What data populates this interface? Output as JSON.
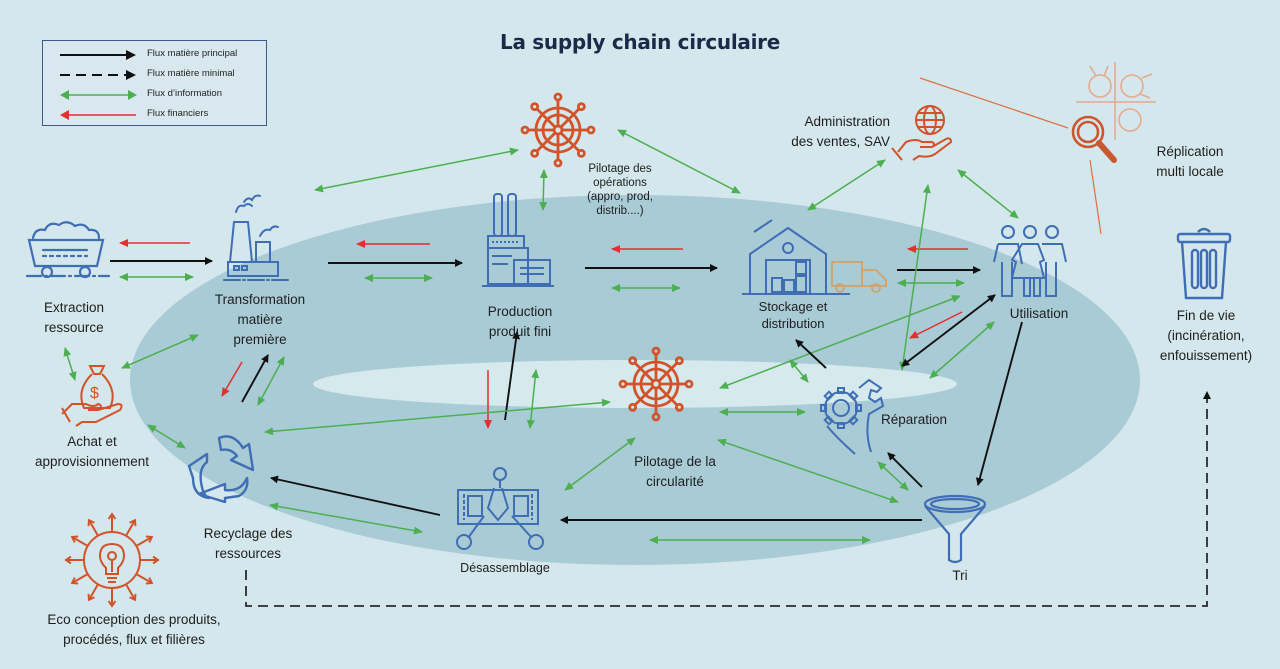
{
  "title": "La supply chain circulaire",
  "legend": [
    {
      "label": "Flux matière principal",
      "type": "solid",
      "color": "#111111"
    },
    {
      "label": "Flux matière minimal",
      "type": "dashed",
      "color": "#111111"
    },
    {
      "label": "Flux d’information",
      "type": "double",
      "color": "#4caf50"
    },
    {
      "label": "Flux financiers",
      "type": "left",
      "color": "#e03030"
    }
  ],
  "colors": {
    "background": "#d4e7ec",
    "outer_ring": "#a9cbd5",
    "inner_ellipse": "#d6eaee",
    "blue_icon": "#3f6eb5",
    "orange_icon": "#d2532a",
    "truck": "#d0a36a",
    "material": "#111111",
    "information": "#4caf50",
    "financial": "#e03030"
  },
  "nodes": {
    "extraction": {
      "label": "Extraction\nressource",
      "icon": "mine-cart-icon"
    },
    "transformation": {
      "label": "Transformation\nmatière\npremière",
      "icon": "factory-smoke-icon"
    },
    "production": {
      "label": "Production\nproduit fini",
      "icon": "factory-icon"
    },
    "pilotage_ops": {
      "label": "Pilotage des\nopérations\n(appro, prod,\ndistrib....)",
      "icon": "ship-wheel-icon"
    },
    "admin_ventes": {
      "label": "Administration\ndes ventes, SAV",
      "icon": "globe-hand-icon"
    },
    "stockage": {
      "label": "Stockage et\ndistribution",
      "icon": "warehouse-truck-icon"
    },
    "utilisation": {
      "label": "Utilisation",
      "icon": "people-group-icon"
    },
    "replication": {
      "label": "Réplication\nmulti locale",
      "icon": "magnifier-globes-icon"
    },
    "fin_de_vie": {
      "label": "Fin de vie\n(incinération,\nenfouissement)",
      "icon": "trash-bin-icon"
    },
    "achat": {
      "label": "Achat et\napprovisionnement",
      "icon": "money-bag-hand-icon"
    },
    "recyclage": {
      "label": "Recyclage des\nressources",
      "icon": "recycle-icon"
    },
    "desassemblage": {
      "label": "Désassemblage",
      "icon": "disassembly-robot-icon"
    },
    "pilotage_circ": {
      "label": "Pilotage de la\ncircularité",
      "icon": "ship-wheel-icon"
    },
    "reparation": {
      "label": "Réparation",
      "icon": "gear-wrench-icon"
    },
    "tri": {
      "label": "Tri",
      "icon": "funnel-icon"
    },
    "eco_conception": {
      "label": "Eco conception des produits,\nprocédés, flux et filières",
      "icon": "lightbulb-arrows-icon"
    }
  }
}
